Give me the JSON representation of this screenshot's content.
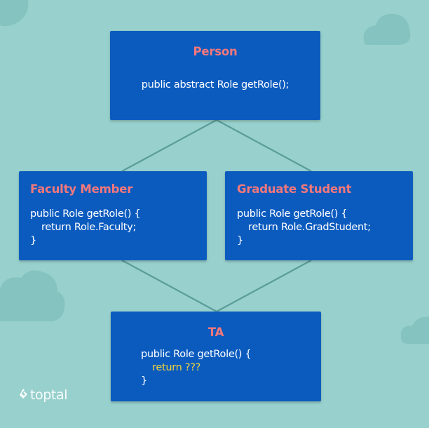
{
  "colors": {
    "background": "#97d0cc",
    "box_fill": "#0b5bbf",
    "title": "#f4787b",
    "code_text": "#ffffff",
    "highlight": "#f2d53a",
    "connector": "#5a9c9a",
    "cloud": "#84c3c0"
  },
  "diagram": {
    "person": {
      "title": "Person",
      "method": "public abstract Role getRole();"
    },
    "faculty": {
      "title": "Faculty Member",
      "line1": "public Role getRole() {",
      "line2": "return Role.Faculty;",
      "line3": "}"
    },
    "grad": {
      "title": "Graduate Student",
      "line1": "public Role getRole() {",
      "line2": "return Role.GradStudent;",
      "line3": "}"
    },
    "ta": {
      "title": "TA",
      "line1": "public Role getRole() {",
      "line2": "return ???",
      "line3": "}"
    },
    "edges": [
      {
        "from": "person",
        "to": "faculty"
      },
      {
        "from": "person",
        "to": "grad"
      },
      {
        "from": "faculty",
        "to": "ta"
      },
      {
        "from": "grad",
        "to": "ta"
      }
    ]
  },
  "branding": {
    "logo_text": "toptal",
    "logo_icon": "toptal-diamond-icon"
  }
}
